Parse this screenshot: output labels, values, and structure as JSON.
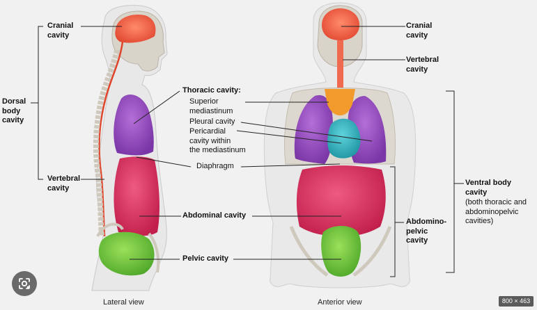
{
  "labels": {
    "dorsal_body_cavity": "Dorsal\nbody\ncavity",
    "cranial_cavity_left": "Cranial\ncavity",
    "vertebral_cavity_left": "Vertebral\ncavity",
    "thoracic_cavity": "Thoracic cavity:",
    "superior_mediastinum": "Superior\n   mediastinum",
    "pleural_cavity": "Pleural cavity",
    "pericardial_cavity": "Pericardial\n   cavity within\n   the mediastinum",
    "diaphragm": "Diaphragm",
    "abdominal_cavity": "Abdominal cavity",
    "pelvic_cavity": "Pelvic cavity",
    "cranial_cavity_right": "Cranial\ncavity",
    "vertebral_cavity_right": "Vertebral\ncavity",
    "abdominopelvic_cavity": "Abdomino-\npelvic\ncavity",
    "ventral_body_cavity_title": "Ventral body\ncavity",
    "ventral_body_cavity_note": "(both thoracic and\nabdominopelvic\ncavities)"
  },
  "captions": {
    "lateral": "Lateral view",
    "anterior": "Anterior view"
  },
  "image_size_badge": "800 × 463",
  "icons": {
    "lens_button": "google-lens-icon"
  },
  "colors": {
    "cranial": "#ef6a4f",
    "thoracic": "#9a4bc0",
    "pleural": "#a05ad0",
    "mediastinum_superior": "#f39a2c",
    "pericardial": "#2fb3bf",
    "abdominal": "#d8335e",
    "pelvic": "#6fc63a",
    "spinal_cord": "#e0442a",
    "bone": "#d9d5cd",
    "skin": "#e9e9e9",
    "leader_line": "#222222"
  }
}
